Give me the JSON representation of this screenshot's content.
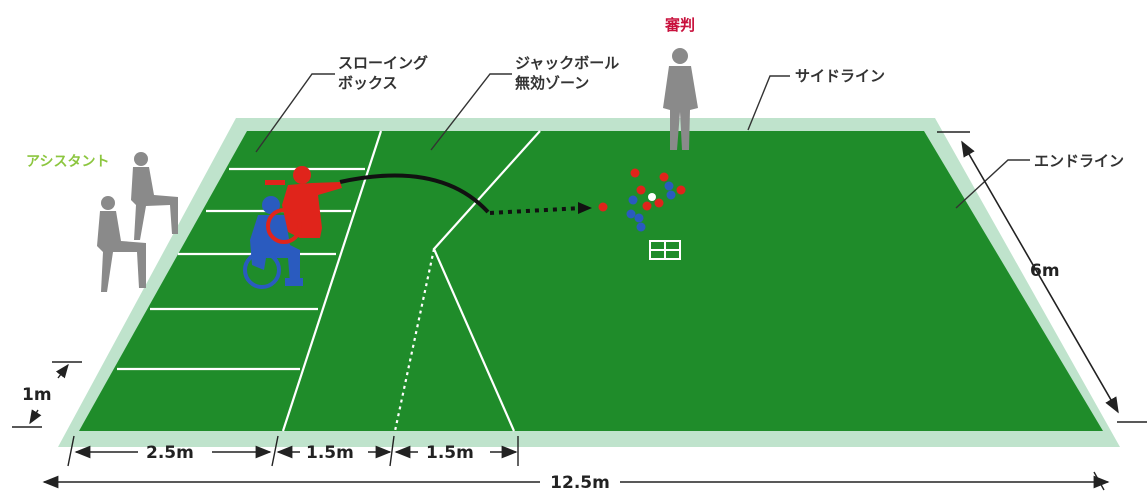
{
  "labels": {
    "referee": "審判",
    "throwing_box_line1": "スローイング",
    "throwing_box_line2": "ボックス",
    "jack_zone_line1": "ジャックボール",
    "jack_zone_line2": "無効ゾーン",
    "side_line": "サイドライン",
    "end_line": "エンドライン",
    "assistant": "アシスタント"
  },
  "dimensions": {
    "throwing_box_width": "1m",
    "box_depth": "2.5m",
    "zone_a": "1.5m",
    "zone_b": "1.5m",
    "total_length": "12.5m",
    "court_width": "6m"
  },
  "colors": {
    "court_green": "#1f8c2a",
    "border_mint": "#bfe3cc",
    "line_white": "#ffffff",
    "referee_red": "#c8103c",
    "assistant_green": "#8cc63f",
    "red_player": "#e0241b",
    "blue_player": "#2a5bbf",
    "figure_gray": "#8a8a8a"
  }
}
